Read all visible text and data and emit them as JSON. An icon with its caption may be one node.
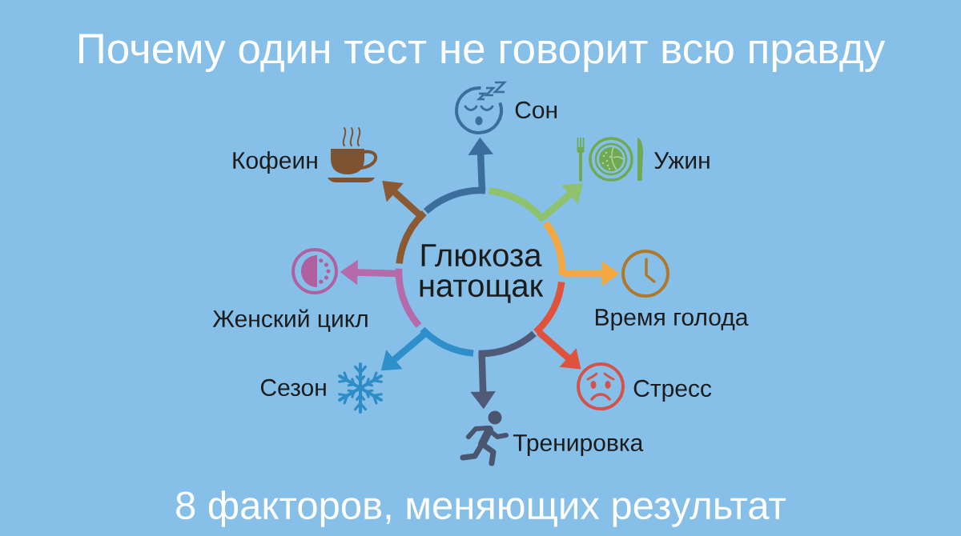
{
  "diagram": {
    "title": "Почему один тест не говорит всю правду",
    "caption": "8 факторов, меняющих результат",
    "nodes": [
      {
        "text": [
          "Глюкоза натощак"
        ]
      },
      {
        "text": [],
        "shape": "picture",
        "beside": [
          "Сон"
        ]
      },
      {
        "text": [],
        "shape": "picture",
        "beside": [
          "Ужин"
        ]
      },
      {
        "text": [],
        "shape": "picture",
        "beside": [
          "Время голода"
        ]
      },
      {
        "text": [],
        "shape": "picture",
        "beside": [
          "Стресс"
        ]
      },
      {
        "text": [],
        "shape": "picture",
        "beside": [
          "Тренировка"
        ]
      },
      {
        "text": [],
        "shape": "picture",
        "beside": [
          "Сезон"
        ]
      },
      {
        "text": [],
        "shape": "picture",
        "beside": [
          "Женский цикл"
        ]
      },
      {
        "text": [],
        "shape": "picture",
        "beside": [
          "Кофеин"
        ]
      }
    ],
    "edges": [
      {
        "from": 0,
        "to": 1,
        "arrow": "to",
        "color": "#3b6e9c"
      },
      {
        "from": 0,
        "to": 2,
        "arrow": "to",
        "color": "#8fc26c"
      },
      {
        "from": 0,
        "to": 3,
        "arrow": "to",
        "color": "#f5a840"
      },
      {
        "from": 0,
        "to": 4,
        "arrow": "to",
        "color": "#e0523c"
      },
      {
        "from": 0,
        "to": 5,
        "arrow": "to",
        "color": "#4e5a78"
      },
      {
        "from": 0,
        "to": 6,
        "arrow": "to",
        "color": "#2f8fca"
      },
      {
        "from": 0,
        "to": 7,
        "arrow": "to",
        "color": "#b56aa9"
      },
      {
        "from": 0,
        "to": 8,
        "arrow": "to",
        "color": "#8b5a33"
      }
    ]
  }
}
